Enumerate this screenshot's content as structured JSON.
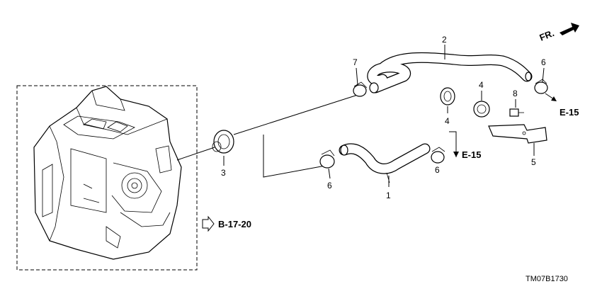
{
  "labels": {
    "p1": "1",
    "p2": "2",
    "p3": "3",
    "p4a": "4",
    "p4b": "4",
    "p5": "5",
    "p6a": "6",
    "p6b": "6",
    "p6c": "6",
    "p7": "7",
    "p8": "8"
  },
  "refs": {
    "e15_top": "E-15",
    "e15_mid": "E-15",
    "b1720": "B-17-20",
    "front": "FR."
  },
  "diagram_code": "TM07B1730"
}
